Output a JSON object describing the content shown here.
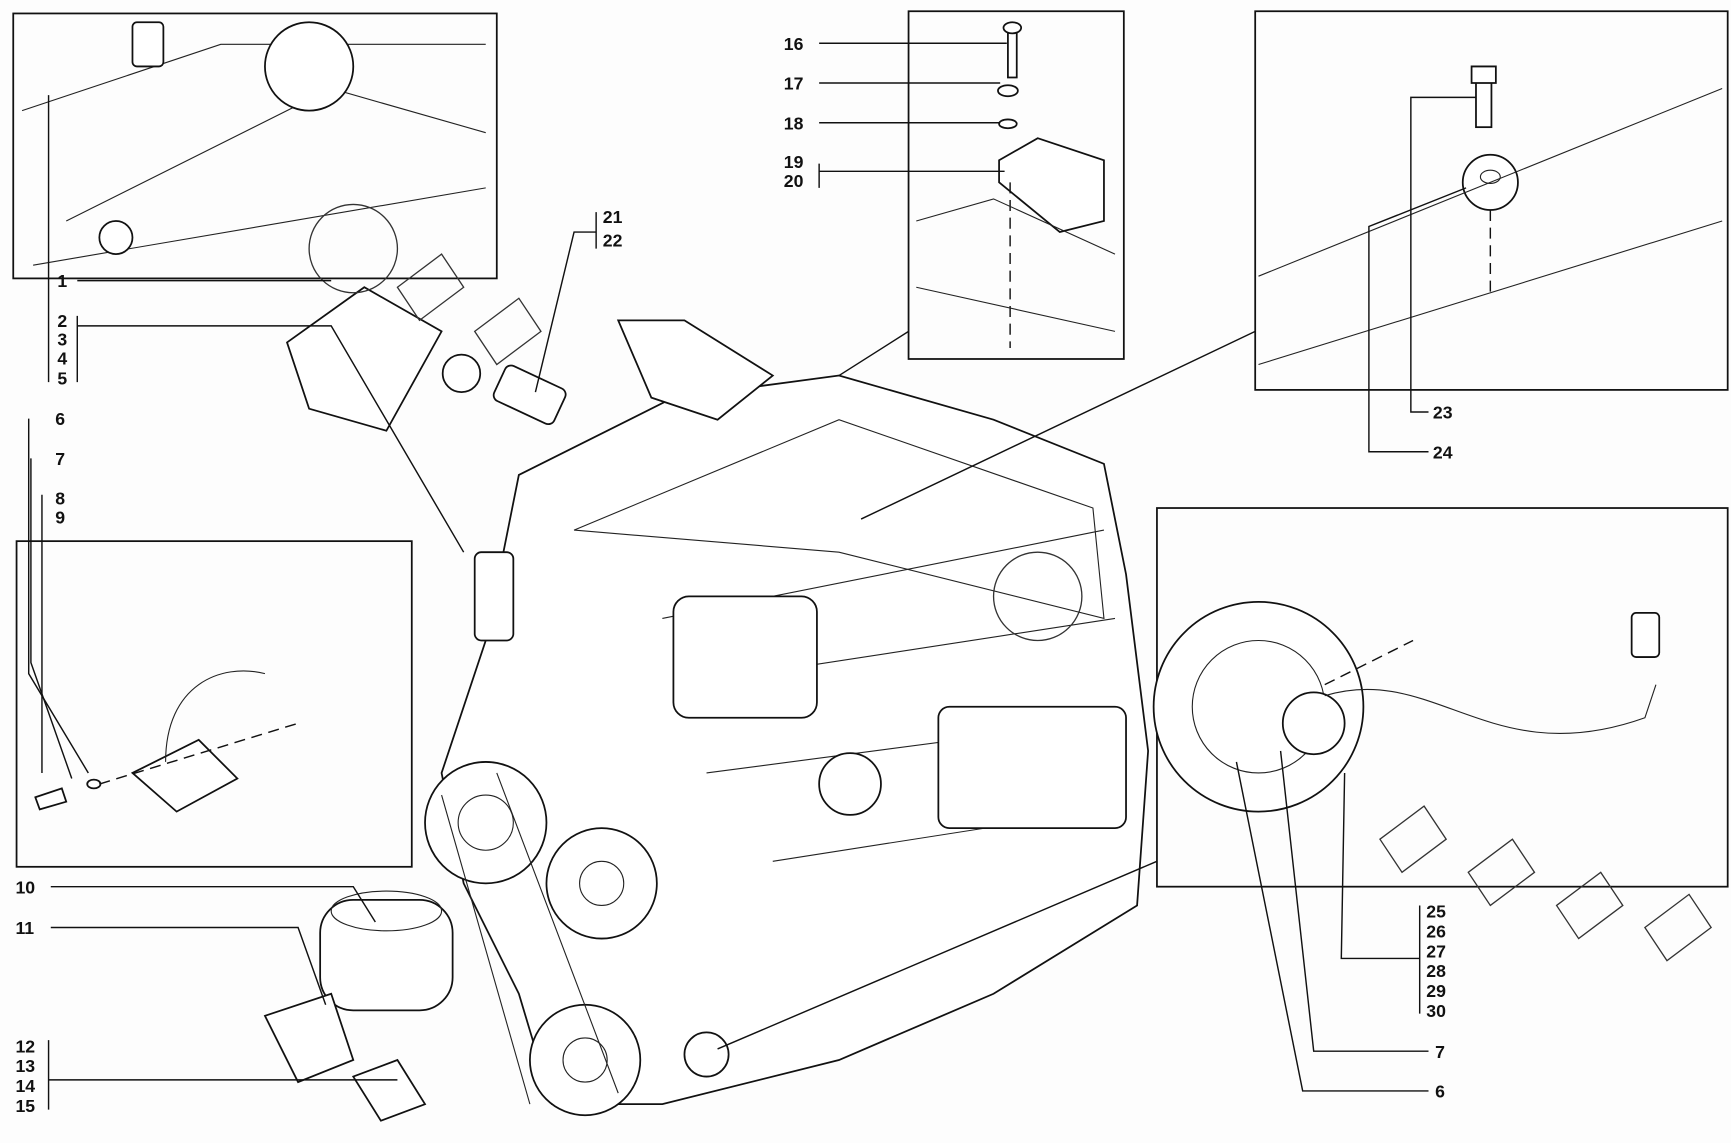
{
  "diagram": {
    "callouts": {
      "c1": "1",
      "c2": "2",
      "c3": "3",
      "c4": "4",
      "c5": "5",
      "c6": "6",
      "c7": "7",
      "c8": "8",
      "c9": "9",
      "c10": "10",
      "c11": "11",
      "c12": "12",
      "c13": "13",
      "c14": "14",
      "c15": "15",
      "c16": "16",
      "c17": "17",
      "c18": "18",
      "c19": "19",
      "c20": "20",
      "c21": "21",
      "c22": "22",
      "c23": "23",
      "c24": "24",
      "c25": "25",
      "c26": "26",
      "c27": "27",
      "c28": "28",
      "c29": "29",
      "c30": "30",
      "c7b": "7",
      "c6b": "6"
    }
  }
}
